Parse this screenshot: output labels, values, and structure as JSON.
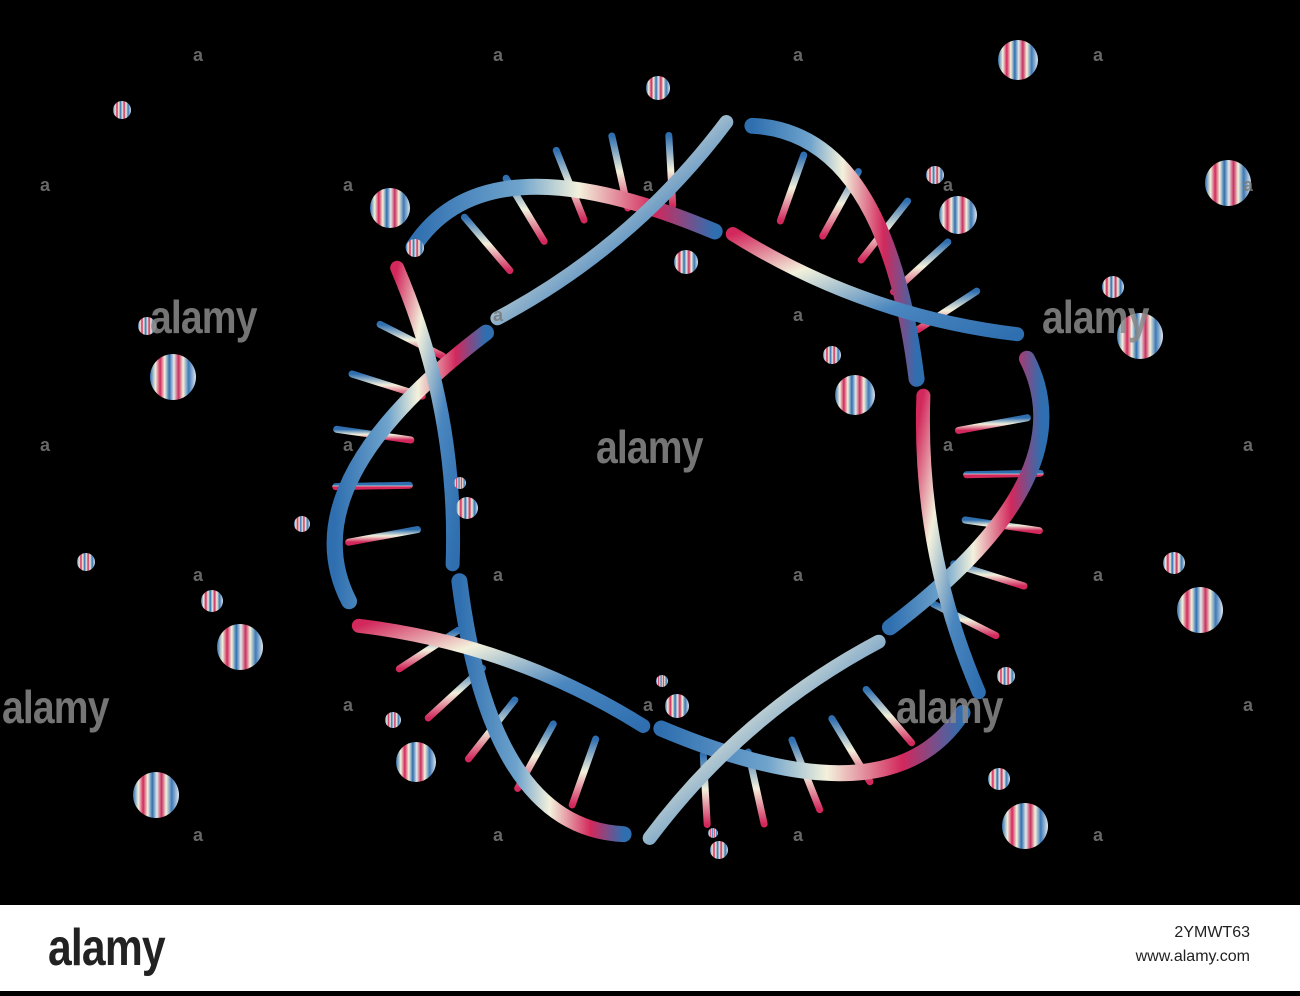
{
  "image": {
    "background": "#000000",
    "helix_colors": [
      "#2f6fb0",
      "#d9dcc8",
      "#d2285c",
      "#f3f1dc"
    ]
  },
  "watermark": {
    "text": "alamy",
    "small_mark": "a"
  },
  "footer": {
    "logo": "alamy",
    "image_id": "2YMWT63",
    "url": "www.alamy.com"
  }
}
